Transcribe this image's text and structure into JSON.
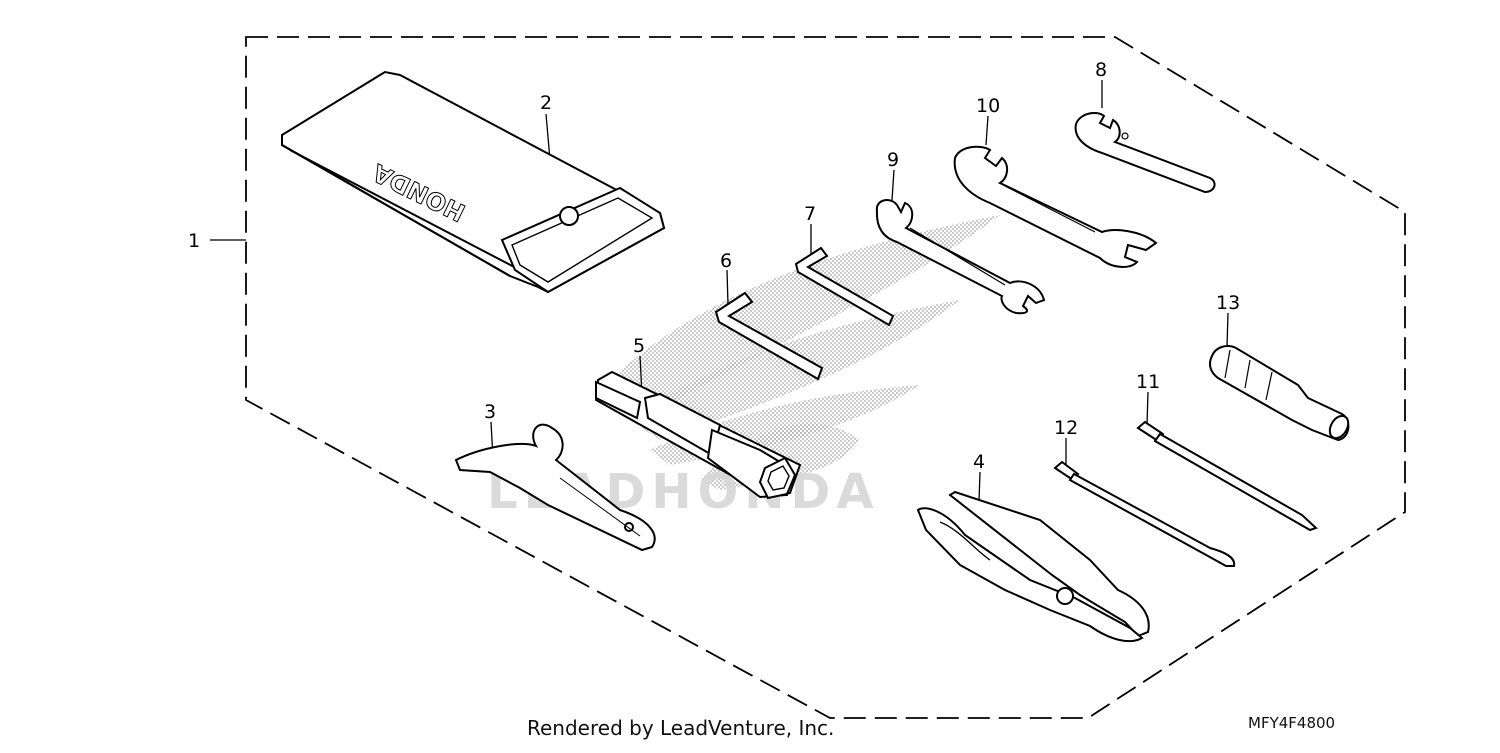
{
  "diagram": {
    "callouts": [
      "1",
      "2",
      "3",
      "4",
      "5",
      "6",
      "7",
      "8",
      "9",
      "10",
      "11",
      "12",
      "13"
    ],
    "pouch_brand": "HONDA",
    "watermark_text": "LEADHONDA"
  },
  "footer": {
    "credit": "Rendered by LeadVenture, Inc.",
    "part_code": "MFY4F4800"
  }
}
